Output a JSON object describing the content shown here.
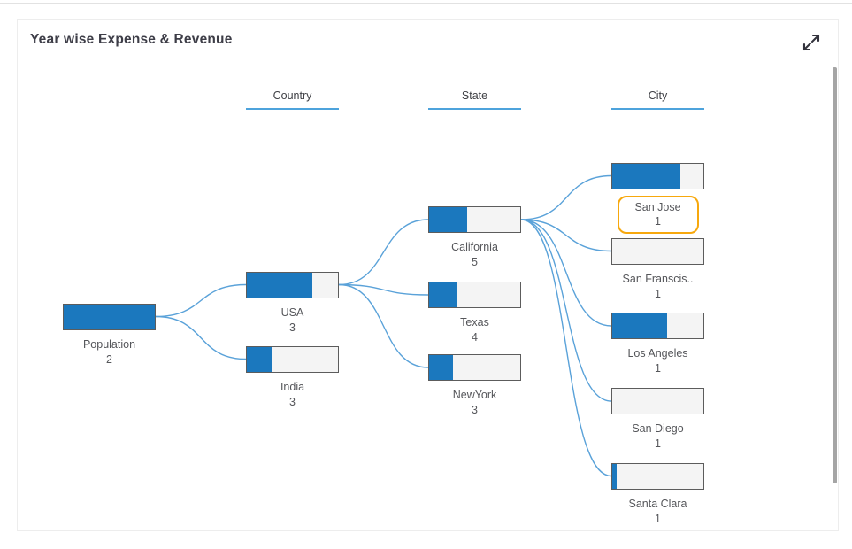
{
  "page": {
    "title": "Year wise Expense & Revenue",
    "expand_icon": "expand-diagonal-arrows",
    "colors": {
      "bar_fill": "#1b78be",
      "bar_empty": "#f4f4f4",
      "bar_border": "#5c5c5c",
      "link": "#5aa2d9",
      "header_underline": "#4da3dc",
      "highlight_border": "#f7a80d"
    }
  },
  "chart_data": {
    "type": "tree",
    "title": "Year wise Expense & Revenue",
    "columns": [
      "Country",
      "State",
      "City"
    ],
    "legend_position": "none",
    "grid": false,
    "nodes": [
      {
        "id": "population",
        "label": "Population",
        "value": 2,
        "fill_pct": 100,
        "level": 0,
        "parent": null,
        "highlighted": false
      },
      {
        "id": "usa",
        "label": "USA",
        "value": 3,
        "fill_pct": 72,
        "level": 1,
        "parent": "population",
        "highlighted": false
      },
      {
        "id": "india",
        "label": "India",
        "value": 3,
        "fill_pct": 28,
        "level": 1,
        "parent": "population",
        "highlighted": false
      },
      {
        "id": "california",
        "label": "California",
        "value": 5,
        "fill_pct": 42,
        "level": 2,
        "parent": "usa",
        "highlighted": false
      },
      {
        "id": "texas",
        "label": "Texas",
        "value": 4,
        "fill_pct": 31,
        "level": 2,
        "parent": "usa",
        "highlighted": false
      },
      {
        "id": "newyork",
        "label": "NewYork",
        "value": 3,
        "fill_pct": 26,
        "level": 2,
        "parent": "usa",
        "highlighted": false
      },
      {
        "id": "san-jose",
        "label": "San Jose",
        "value": 1,
        "fill_pct": 75,
        "level": 3,
        "parent": "california",
        "highlighted": true
      },
      {
        "id": "san-francisco",
        "label": "San Franscis..",
        "value": 1,
        "fill_pct": 0,
        "level": 3,
        "parent": "california",
        "highlighted": false
      },
      {
        "id": "los-angeles",
        "label": "Los Angeles",
        "value": 1,
        "fill_pct": 60,
        "level": 3,
        "parent": "california",
        "highlighted": false
      },
      {
        "id": "san-diego",
        "label": "San Diego",
        "value": 1,
        "fill_pct": 0,
        "level": 3,
        "parent": "california",
        "highlighted": false
      },
      {
        "id": "santa-clara",
        "label": "Santa Clara",
        "value": 1,
        "fill_pct": 5,
        "level": 3,
        "parent": "california",
        "highlighted": false
      }
    ]
  }
}
